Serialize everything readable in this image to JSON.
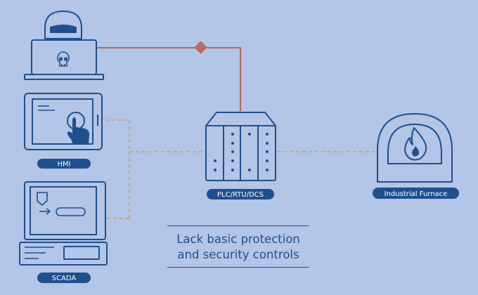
{
  "labels": {
    "hmi": "HMI",
    "scada": "SCADA",
    "plc": "PLC/RTU/DCS",
    "furnace": "Industrial Furnace"
  },
  "caption": {
    "line1": "Lack basic protection",
    "line2": "and security controls"
  },
  "icons": [
    "hacker-icon",
    "laptop-icon",
    "skull-icon",
    "hmi-tablet-icon",
    "touch-hand-icon",
    "scada-terminal-icon",
    "plc-rack-icon",
    "furnace-icon",
    "flame-icon",
    "attack-node-icon"
  ],
  "colors": {
    "background": "#b3c6e7",
    "stroke": "#1e4f8f",
    "label_pill": "#1e4f8f",
    "attack_line": "#b55a4e",
    "network_line": "#c8a060"
  }
}
